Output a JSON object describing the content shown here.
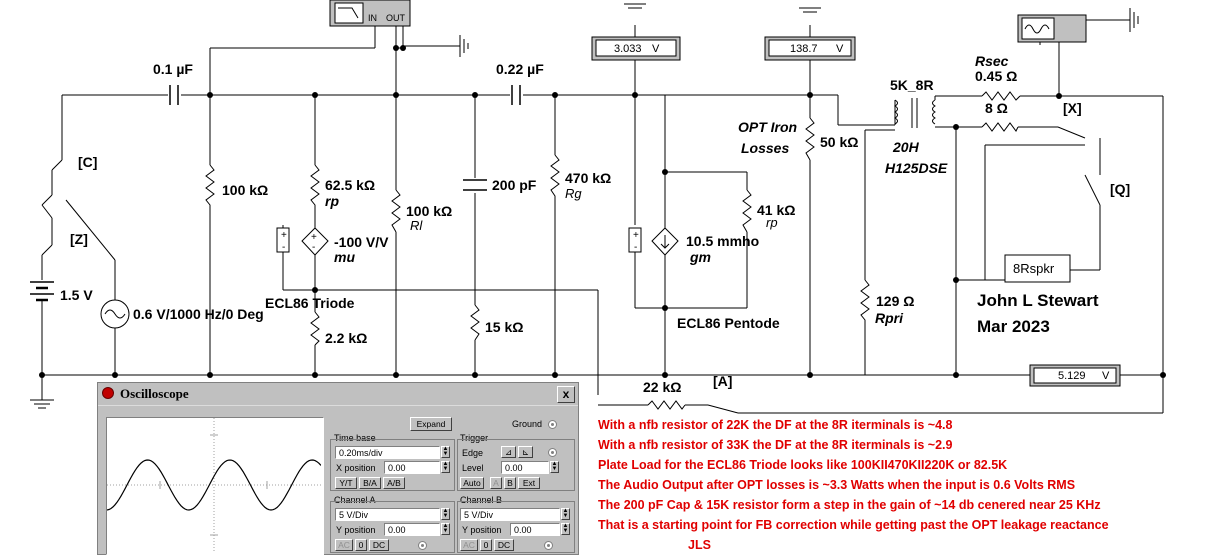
{
  "schematic": {
    "components": {
      "c1": "0.1 µF",
      "c2": "0.22 µF",
      "r_grid1": "100 kΩ",
      "r_rp_triode": "62.5 kΩ",
      "rp_label": "rp",
      "r_load_triode": "100 kΩ",
      "rl_label": "Rl",
      "c_step": "200 pF",
      "r_step": "15 kΩ",
      "r_grid2": "470 kΩ",
      "rg_label": "Rg",
      "r_cathode": "2.2 kΩ",
      "mu_value": "-100 V/V",
      "mu_label": "mu",
      "gm_value": "10.5 mmho",
      "gm_label": "gm",
      "r_rp_pentode": "41 kΩ",
      "rp_pentode_label": "rp",
      "opt_losses_line1": "OPT Iron",
      "opt_losses_line2": "Losses",
      "r_iron": "50 kΩ",
      "transformer": "5K_8R",
      "transformer_l": "20H",
      "transformer_model": "H125DSE",
      "rsec_label": "Rsec",
      "rsec_value": "0.45 Ω",
      "r_speaker": "8 Ω",
      "speaker_box": "8Rspkr",
      "r_pri": "129 Ω",
      "rpri_label": "Rpri",
      "r_nfb": "22 kΩ",
      "battery": "1.5 V",
      "source": "0.6 V/1000 Hz/0 Deg",
      "triode_name": "ECL86 Triode",
      "pentode_name": "ECL86 Pentode",
      "switch_c": "[C]",
      "switch_z": "[Z]",
      "switch_x": "[X]",
      "switch_q": "[Q]",
      "switch_a": "[A]",
      "bode_in": "IN",
      "bode_out": "OUT",
      "plus": "+",
      "minus": "-"
    },
    "meters": {
      "m1": {
        "value": "3.033",
        "unit": "V"
      },
      "m2": {
        "value": "138.7",
        "unit": "V"
      },
      "m3": {
        "value": "5.129",
        "unit": "V"
      }
    },
    "author": {
      "name": "John L Stewart",
      "date": "Mar 2023"
    }
  },
  "notes": [
    "With a nfb resistor of 22K the DF at the 8R iterminals is ~4.8",
    "With a nfb resistor of 33K the DF at the 8R iterminals is ~2.9",
    "Plate Load for the ECL86 Triode looks like 100KII470KII220K or 82.5K",
    "The Audio Output after OPT losses is ~3.3 Watts when the input is 0.6 Volts RMS",
    "The 200 pF Cap & 15K resistor form a step in the gain of ~14 db cenered near 25 KHz",
    "That is a starting point for FB correction while getting past the OPT leakage reactance",
    "JLS"
  ],
  "oscilloscope": {
    "title": "Oscilloscope",
    "close": "x",
    "expand": "Expand",
    "ground": "Ground",
    "timebase": {
      "label": "Time base",
      "value": "0.20ms/div",
      "xpos_label": "X position",
      "xpos": "0.00",
      "modes": [
        "Y/T",
        "B/A",
        "A/B"
      ]
    },
    "trigger": {
      "label": "Trigger",
      "edge_label": "Edge",
      "level_label": "Level",
      "level": "0.00",
      "modes": [
        "Auto",
        "A",
        "B",
        "Ext"
      ]
    },
    "channel_a": {
      "label": "Channel A",
      "scale": "5  V/Div",
      "ypos_label": "Y position",
      "ypos": "0.00",
      "coupling": [
        "AC",
        "0",
        "DC"
      ]
    },
    "channel_b": {
      "label": "Channel B",
      "scale": "5  V/Div",
      "ypos_label": "Y position",
      "ypos": "0.00",
      "coupling": [
        "AC",
        "0",
        "DC"
      ]
    },
    "colors": {
      "trace": "#000000",
      "grid": "#a0a0a0",
      "notes": "#e00000"
    }
  }
}
